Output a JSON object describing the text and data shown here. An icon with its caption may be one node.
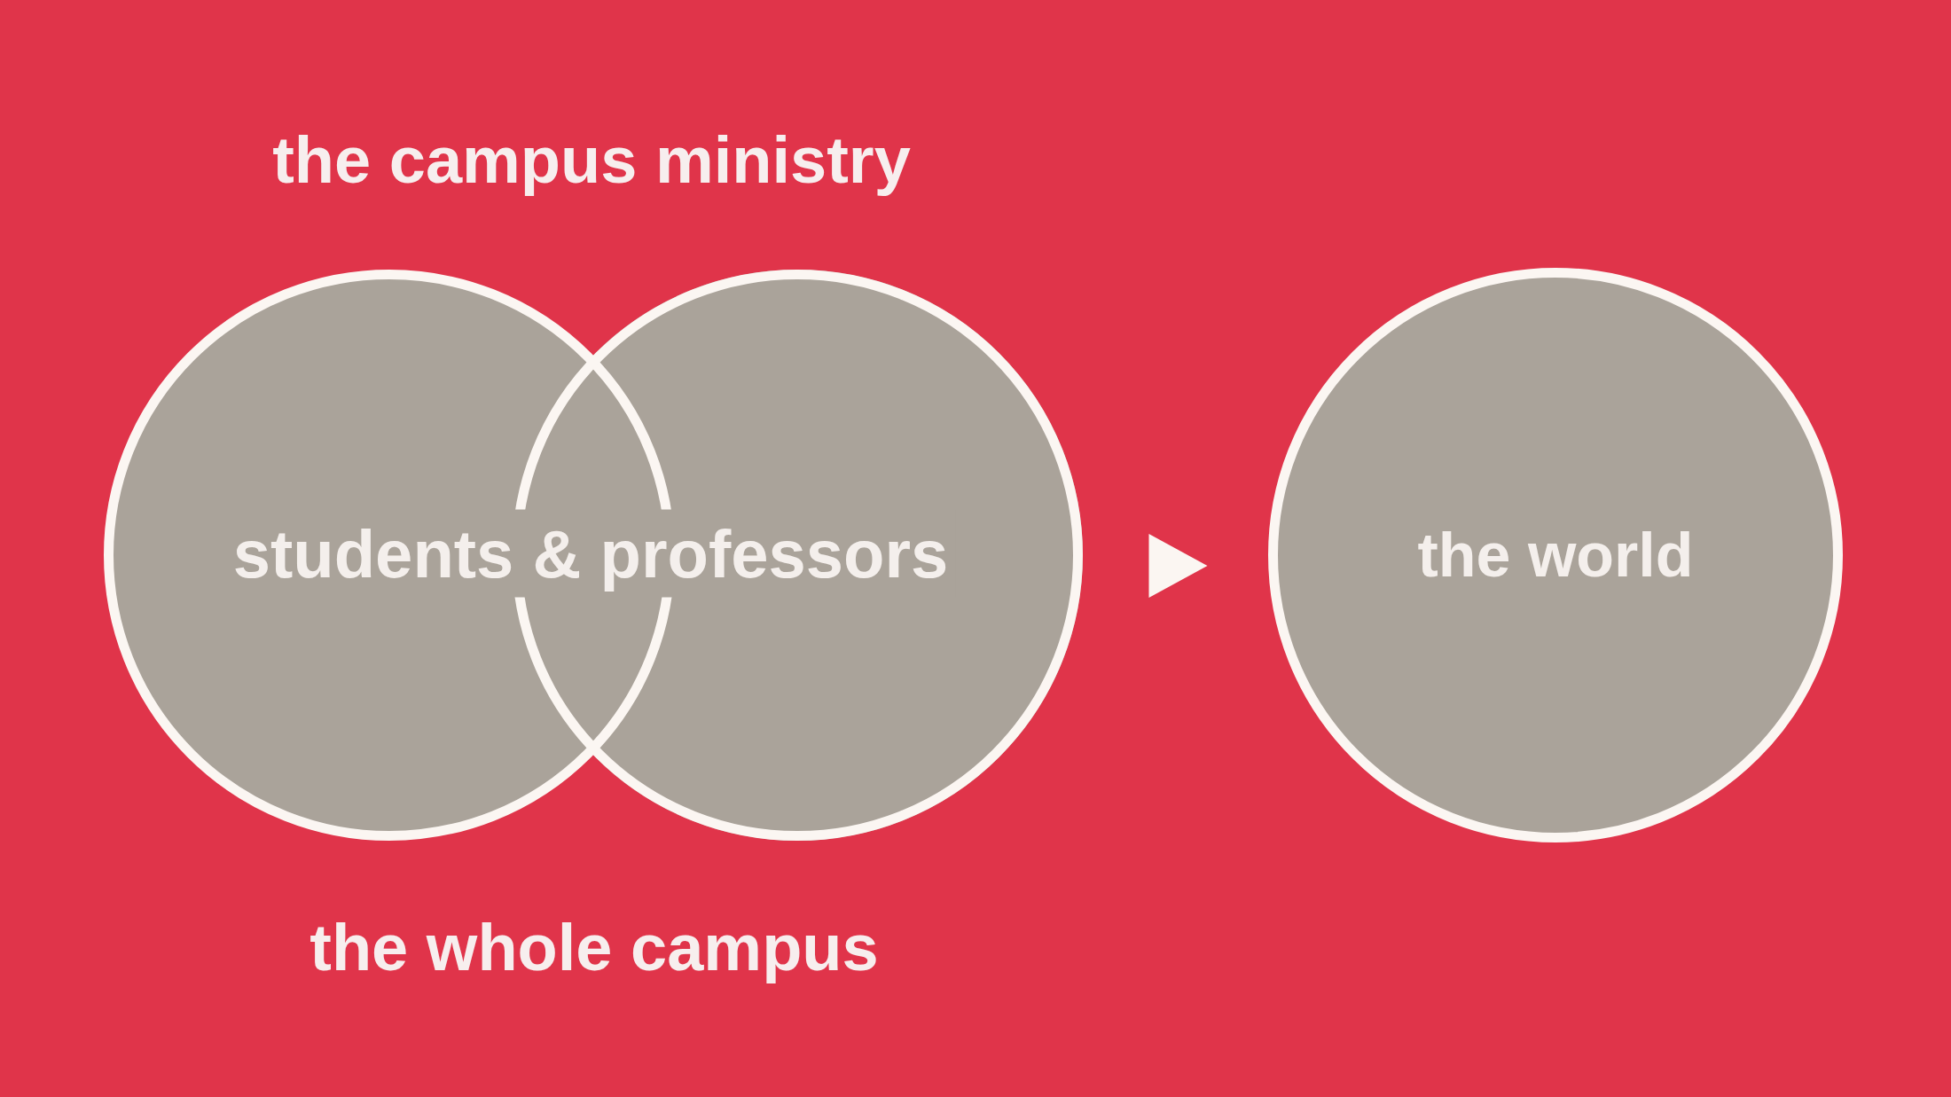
{
  "diagram": {
    "nodes": [
      {
        "text": [],
        "shape": "circle"
      },
      {
        "text": [],
        "shape": "circle"
      },
      {
        "text": [
          "the world"
        ]
      }
    ],
    "edges": [
      {
        "from": 1,
        "to": 2,
        "arrow": "to"
      }
    ],
    "labels": [
      "the campus ministry",
      "students & professors",
      "the whole campus"
    ]
  }
}
